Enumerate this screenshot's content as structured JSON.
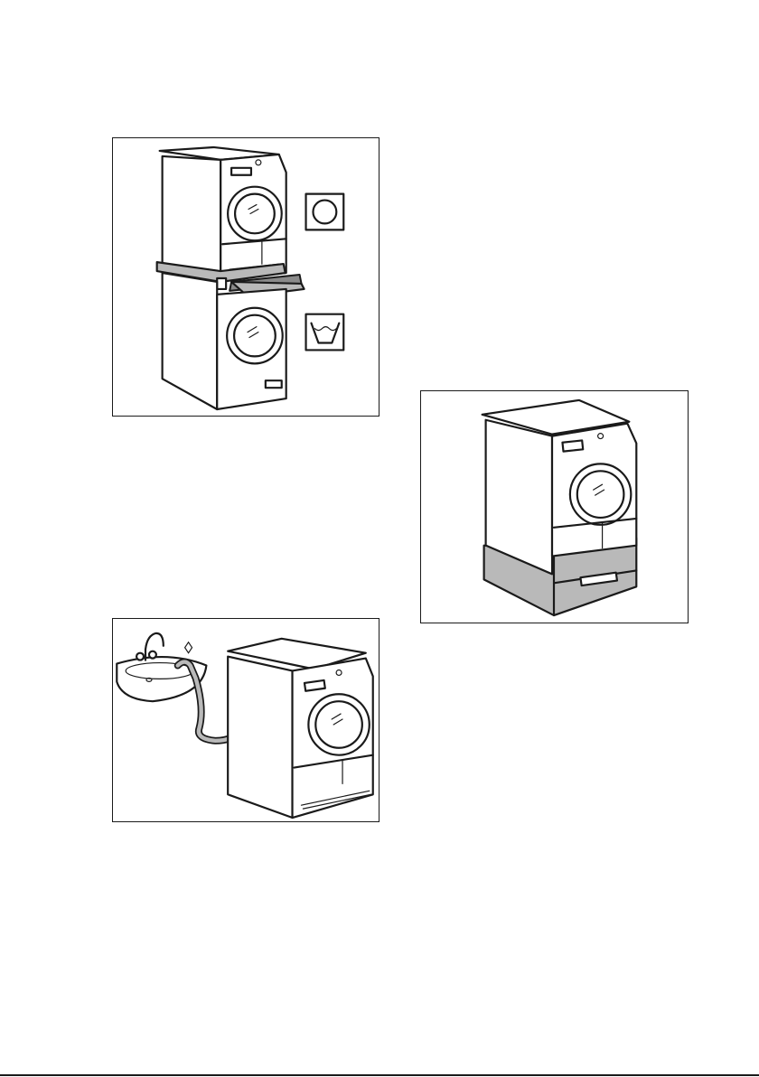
{
  "figures": [
    {
      "id": "stacking-kit",
      "icons": [
        "tumble-dryer-symbol-icon",
        "washing-symbol-icon"
      ]
    },
    {
      "id": "pedestal-drawer"
    },
    {
      "id": "drain-to-sink"
    }
  ],
  "colors": {
    "line": "#1a1a1a",
    "shade": "#b9b9b9",
    "shade_dark": "#8a8a8a",
    "background": "#ffffff"
  }
}
